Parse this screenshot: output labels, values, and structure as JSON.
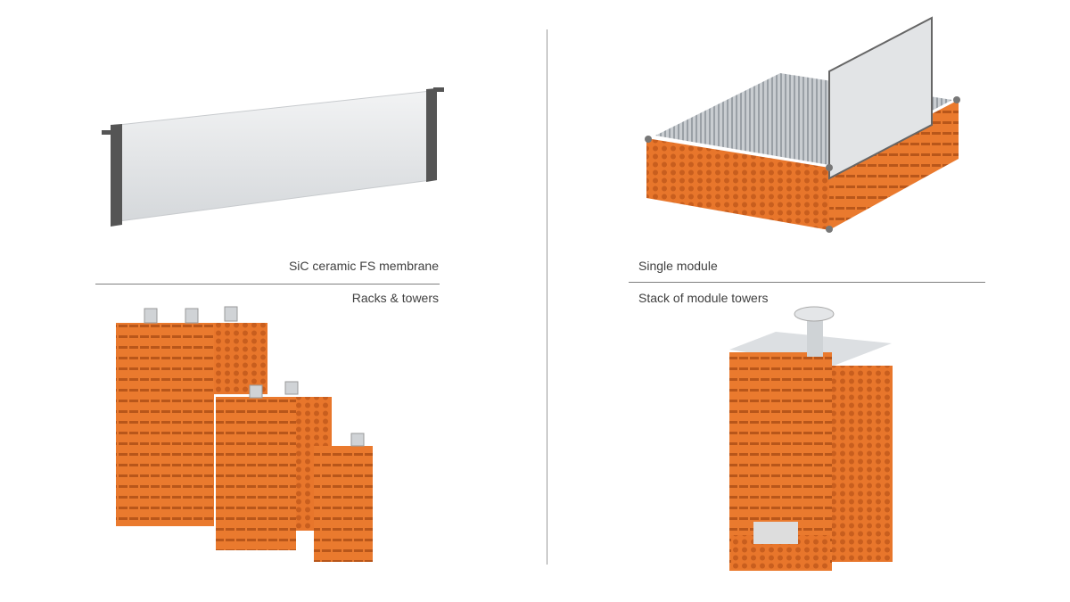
{
  "captions": {
    "membrane": "SiC ceramic FS membrane",
    "single_module": "Single module",
    "racks": "Racks & towers",
    "stack": "Stack of module towers"
  },
  "colors": {
    "orange": "#e8762b",
    "orange_dark": "#b8561a",
    "membrane": "#e6e8ea",
    "frame": "#555555",
    "divider": "#7f7f7f"
  }
}
